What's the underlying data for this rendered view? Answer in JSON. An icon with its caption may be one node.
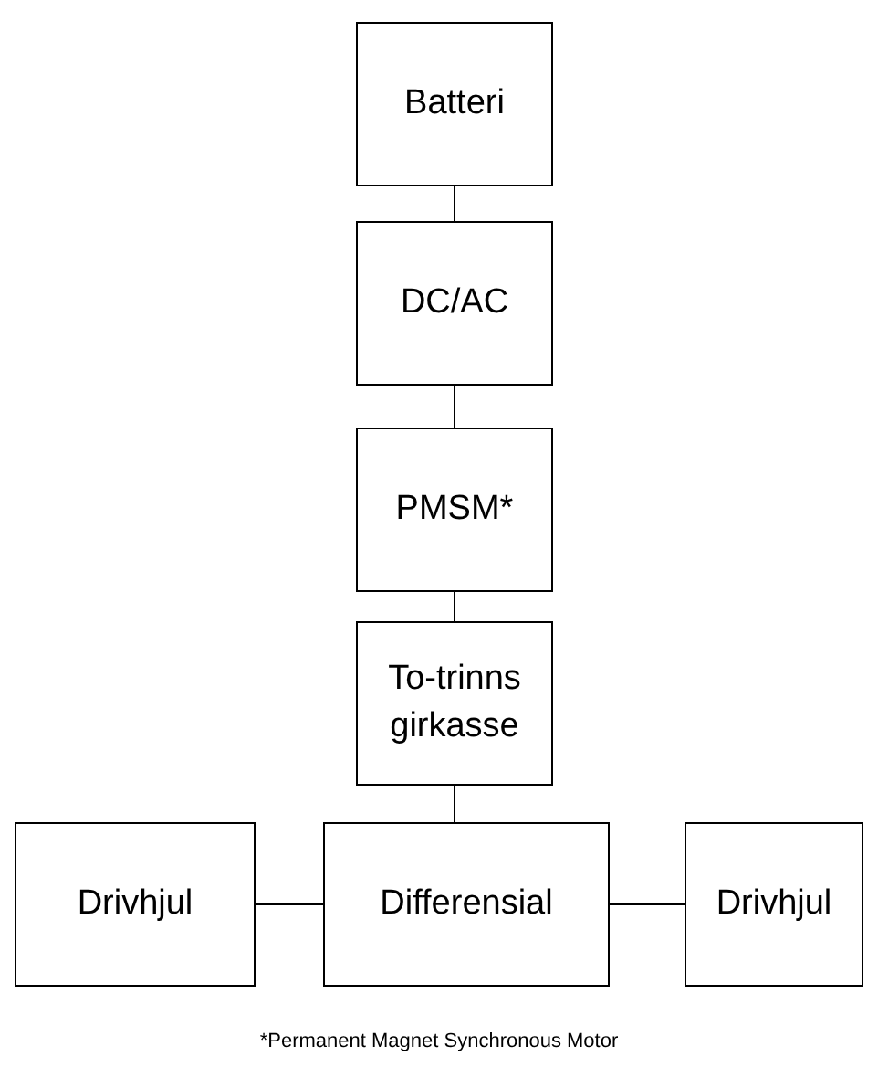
{
  "diagram": {
    "caption": "*Permanent Magnet Synchronous Motor",
    "nodes": [
      {
        "text": [
          "Batteri"
        ]
      },
      {
        "text": [
          "DC/AC"
        ]
      },
      {
        "text": [
          "PMSM*"
        ]
      },
      {
        "text": [
          "To-trinns girkasse"
        ]
      },
      {
        "text": [
          "Drivhjul"
        ]
      },
      {
        "text": [
          "Differensial"
        ]
      },
      {
        "text": [
          "Drivhjul"
        ]
      }
    ],
    "edges": [
      {
        "from": 0,
        "to": 1,
        "arrow": "none"
      },
      {
        "from": 1,
        "to": 2,
        "arrow": "none"
      },
      {
        "from": 2,
        "to": 3,
        "arrow": "none"
      },
      {
        "from": 3,
        "to": 5,
        "arrow": "none"
      },
      {
        "from": 4,
        "to": 5,
        "arrow": "none"
      },
      {
        "from": 5,
        "to": 6,
        "arrow": "none"
      }
    ]
  }
}
